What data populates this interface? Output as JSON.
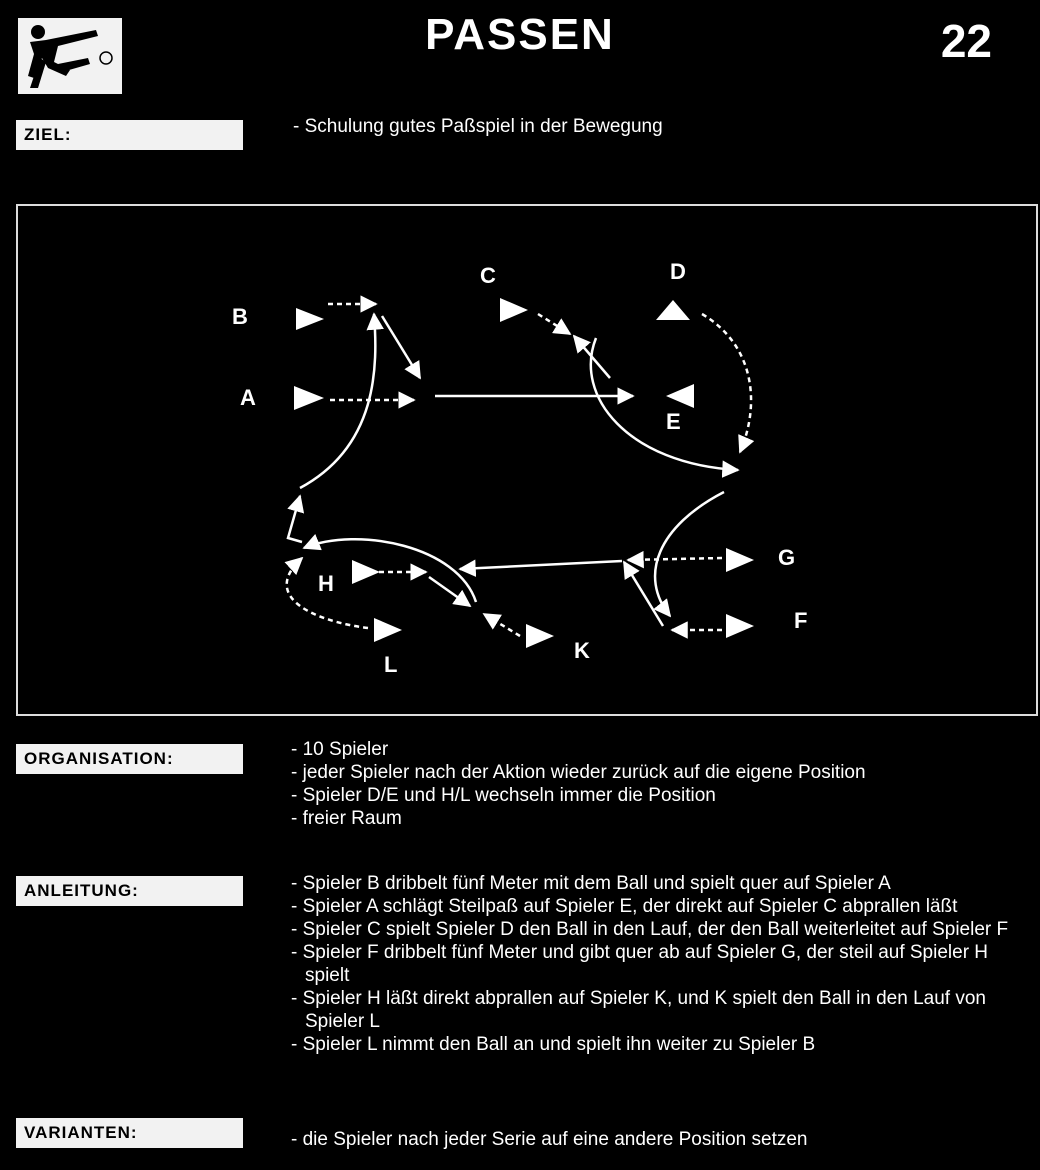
{
  "header": {
    "title": "PASSEN",
    "number": "22",
    "logo_icon": "soccer-player-kicking-icon"
  },
  "ziel": {
    "label": "ZIEL:",
    "text": "- Schulung gutes Paßspiel in der Bewegung"
  },
  "diagram": {
    "players": [
      "A",
      "B",
      "C",
      "D",
      "E",
      "F",
      "G",
      "H",
      "K",
      "L"
    ],
    "marker": "triangle",
    "colors": {
      "background": "#000000",
      "lines": "#ffffff",
      "border": "#dcdcdc"
    }
  },
  "organisation": {
    "label": "ORGANISATION:",
    "items": [
      "- 10 Spieler",
      "- jeder Spieler nach der Aktion wieder zurück auf die eigene Position",
      "- Spieler D/E und H/L wechseln immer die Position",
      "- freier Raum"
    ]
  },
  "anleitung": {
    "label": "ANLEITUNG:",
    "items": [
      "- Spieler B dribbelt fünf Meter mit dem Ball und spielt quer auf Spieler A",
      "- Spieler A schlägt Steilpaß auf Spieler E, der direkt auf Spieler C abprallen läßt",
      "- Spieler C spielt Spieler D den Ball in den Lauf, der den Ball weiterleitet auf Spieler F",
      "- Spieler F dribbelt fünf Meter und gibt quer ab auf Spieler G, der steil auf Spieler H spielt",
      "- Spieler H läßt direkt abprallen auf Spieler K, und K spielt den Ball in den Lauf von Spieler L",
      "- Spieler L nimmt den Ball an und spielt ihn weiter zu Spieler B"
    ]
  },
  "varianten": {
    "label": "VARIANTEN:",
    "items": [
      "- die Spieler nach jeder Serie auf eine andere Position setzen"
    ]
  }
}
